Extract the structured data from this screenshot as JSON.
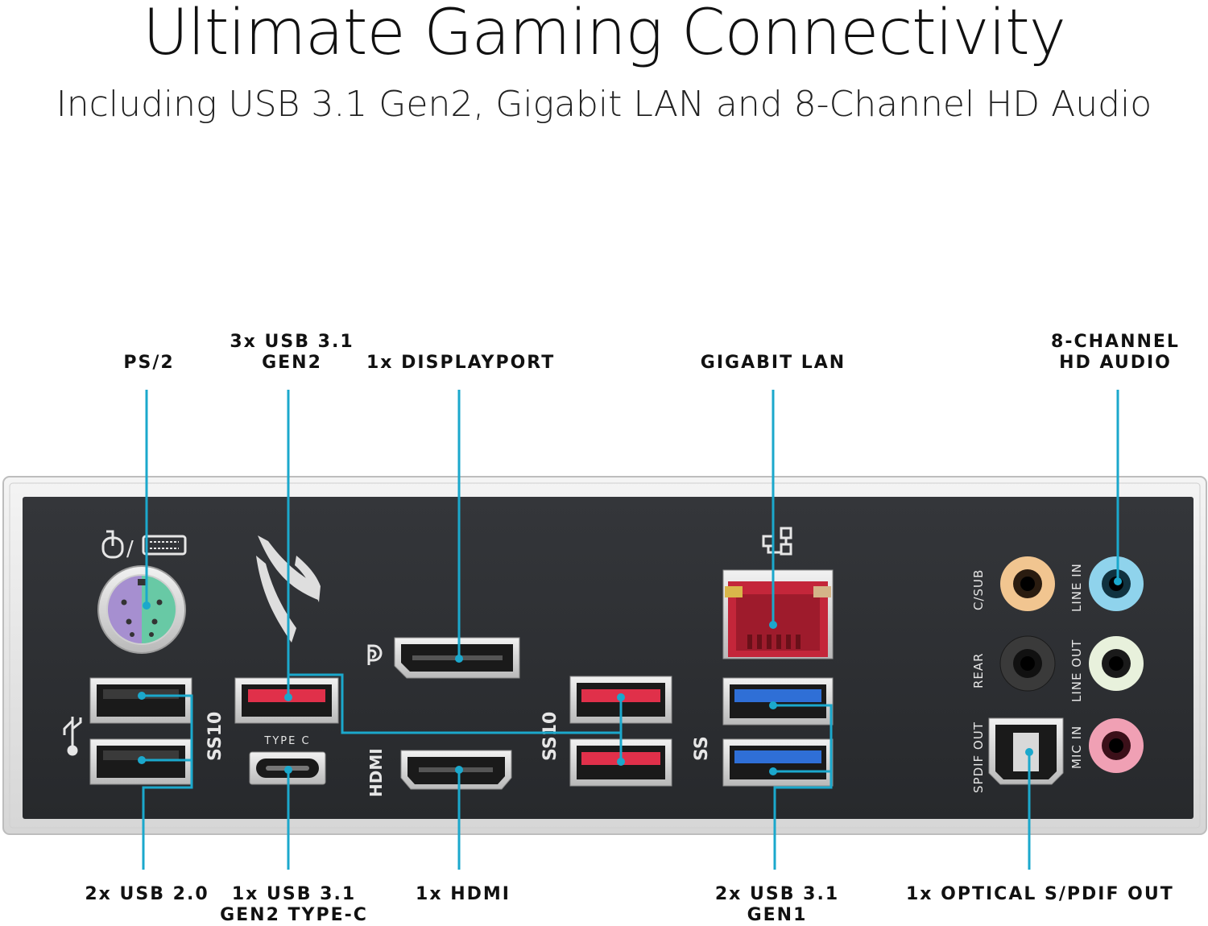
{
  "title": "Ultimate Gaming Connectivity",
  "subtitle": "Including USB 3.1 Gen2, Gigabit LAN and 8-Channel HD Audio",
  "top_labels": {
    "ps2": "PS/2",
    "usb31_gen2_line1": "3x USB 3.1",
    "usb31_gen2_line2": "GEN2",
    "displayport": "1x DISPLAYPORT",
    "lan": "GIGABIT LAN",
    "audio_line1": "8-CHANNEL",
    "audio_line2": "HD AUDIO"
  },
  "bottom_labels": {
    "usb20": "2x USB 2.0",
    "typec_line1": "1x USB 3.1",
    "typec_line2": "GEN2 TYPE-C",
    "hdmi": "1x HDMI",
    "usb31_gen1_line1": "2x USB 3.1",
    "usb31_gen1_line2": "GEN1",
    "spdif": "1x OPTICAL S/PDIF OUT"
  },
  "panel_text": {
    "type_c": "TYPE C",
    "hdmi": "HDMI",
    "ss10_a": "SS10",
    "ss10_b": "SS10",
    "ss": "SS",
    "c_sub": "C/SUB",
    "rear": "REAR",
    "spdif_out": "SPDIF OUT",
    "line_in": "LINE IN",
    "line_out": "LINE OUT",
    "mic_in": "MIC IN"
  },
  "colors": {
    "callout_line": "#1ba8cc",
    "plate": "#2d2f32",
    "usb_gen2_red": "#e0304a",
    "usb_gen1_blue": "#2f6fd6",
    "lan_red": "#c4263a",
    "jack_orange": "#f1c590",
    "jack_blue": "#8fd3ec",
    "jack_green": "#e8f1dc",
    "jack_pink": "#f0a0b4",
    "ps2_purple": "#a68fd0",
    "ps2_green": "#68c9a5"
  },
  "icons": [
    "mouse-icon",
    "keyboard-icon",
    "usb-icon",
    "network-icon",
    "displayport-icon",
    "rog-logo"
  ]
}
